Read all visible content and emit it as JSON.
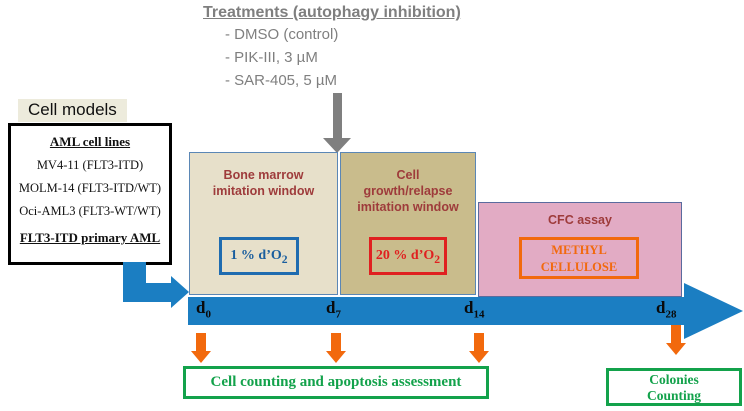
{
  "colors": {
    "blue": "#1b7ec2",
    "orange": "#f2690d",
    "green": "#13a24b",
    "darkred": "#9e3b3b",
    "red": "#e02020",
    "darkblue": "#1a5e9e",
    "gray": "#7f7f7f",
    "cream": "#e7e0ca",
    "tan": "#c9bc8c",
    "pink": "#e2abc4"
  },
  "treatments": {
    "title": "Treatments (autophagy inhibition)",
    "items": [
      "- DMSO (control)",
      "- PIK-III, 3 µM",
      "- SAR-405, 5 µM"
    ]
  },
  "cell_models": {
    "title": "Cell models",
    "cell_lines_header": "AML cell lines",
    "cell_lines": [
      "MV4-11 (FLT3-ITD)",
      "MOLM-14 (FLT3-ITD/WT)",
      "Oci-AML3 (FLT3-WT/WT)"
    ],
    "primary": "FLT3-ITD primary AML"
  },
  "windows": {
    "bone_marrow": {
      "title": "Bone marrow imitation window",
      "condition_main": "1 % d’O",
      "condition_sub": "2"
    },
    "cell_growth": {
      "title": "Cell growth/relapse imitation window",
      "condition_main": "20 % d’O",
      "condition_sub": "2"
    },
    "cfc": {
      "title": "CFC assay",
      "condition_line1": "METHYL",
      "condition_line2": "CELLULOSE"
    }
  },
  "timeline": {
    "days": [
      {
        "label": "d",
        "sub": "0"
      },
      {
        "label": "d",
        "sub": "7"
      },
      {
        "label": "d",
        "sub": "14"
      },
      {
        "label": "d",
        "sub": "28"
      }
    ]
  },
  "assessments": {
    "cell_counting": "Cell counting and apoptosis assessment",
    "colonies_line1": "Colonies",
    "colonies_line2": "Counting"
  }
}
